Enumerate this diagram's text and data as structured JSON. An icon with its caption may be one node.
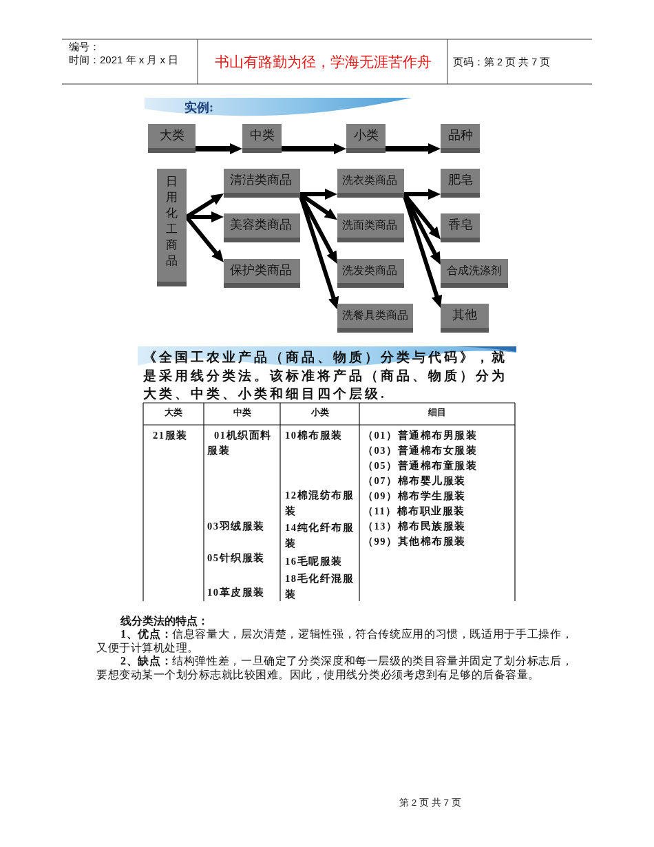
{
  "diagram": {
    "title": "实例:",
    "nodes": [
      {
        "text": [
          "大类"
        ]
      },
      {
        "text": [
          "中类"
        ]
      },
      {
        "text": [
          "小类"
        ]
      },
      {
        "text": [
          "品种"
        ]
      },
      {
        "text": [
          "日用化工商品"
        ]
      },
      {
        "text": [
          "清洁类商品"
        ]
      },
      {
        "text": [
          "美容类商品"
        ]
      },
      {
        "text": [
          "保护类商品"
        ]
      },
      {
        "text": [
          "洗衣类商品"
        ]
      },
      {
        "text": [
          "洗面类商品"
        ]
      },
      {
        "text": [
          "洗发类商品"
        ]
      },
      {
        "text": [
          "洗餐具类商品"
        ]
      },
      {
        "text": [
          "肥皂"
        ]
      },
      {
        "text": [
          "香皂"
        ]
      },
      {
        "text": [
          "合成洗涤剂"
        ]
      },
      {
        "text": [
          "其他"
        ]
      }
    ],
    "edges": [
      {
        "from": 0,
        "to": 1,
        "arrow": "to"
      },
      {
        "from": 1,
        "to": 2,
        "arrow": "to"
      },
      {
        "from": 2,
        "to": 3,
        "arrow": "to"
      },
      {
        "from": 4,
        "to": 5,
        "arrow": "to"
      },
      {
        "from": 4,
        "to": 6,
        "arrow": "to"
      },
      {
        "from": 4,
        "to": 7,
        "arrow": "to"
      },
      {
        "from": 5,
        "to": 8,
        "arrow": "to"
      },
      {
        "from": 5,
        "to": 9,
        "arrow": "to"
      },
      {
        "from": 5,
        "to": 10,
        "arrow": "to"
      },
      {
        "from": 5,
        "to": 11,
        "arrow": "to"
      },
      {
        "from": 8,
        "to": 12,
        "arrow": "to"
      },
      {
        "from": 8,
        "to": 13,
        "arrow": "to"
      },
      {
        "from": 8,
        "to": 14,
        "arrow": "to"
      },
      {
        "from": 8,
        "to": 15,
        "arrow": "to"
      }
    ],
    "labels": [
      "编号：",
      "时间：2021 年 x 月 x 日",
      "书山有路勤为径，学海无涯苦作舟",
      "页码：第 2 页 共 7 页",
      "《全国工农业产品（商品、物质）分类与代码》，就是采用线分类法。该标准将产品（商品、物质）分为大类、中类、小类和细目四个层级.",
      "大类",
      "中类",
      "小类",
      "细目",
      "21服装",
      "01机织面料服装",
      "03羽绒服装",
      "05针织服装",
      "10革皮服装",
      "10棉布服装",
      "12棉混纺布服装",
      "14纯化纤布服装",
      "16毛呢服装",
      "18毛化纤混服装",
      "（01）普通棉布男服装",
      "（03）普通棉布女服装",
      "（05）普通棉布童服装",
      "（07）棉布婴儿服装",
      "（09）棉布学生服装",
      "（11）棉布职业服装",
      "（13）棉布民族服装",
      "（99）其他棉布服装",
      "线分类法的特点：",
      "**1、优点：**信息容量大，层次清楚，逻辑性强，符合传统应用的习惯，既适用于手工操作，又便于计算机处理。",
      "**2、缺点：**结构弹性差，一旦确定了分类深度和每一层级的类目容量并固定了划分标志后，要想变动某一个划分标志就比较困难。因此，使用线分类必须考虑到有足够的后备容量。",
      "第 2 页 共 7 页"
    ]
  }
}
